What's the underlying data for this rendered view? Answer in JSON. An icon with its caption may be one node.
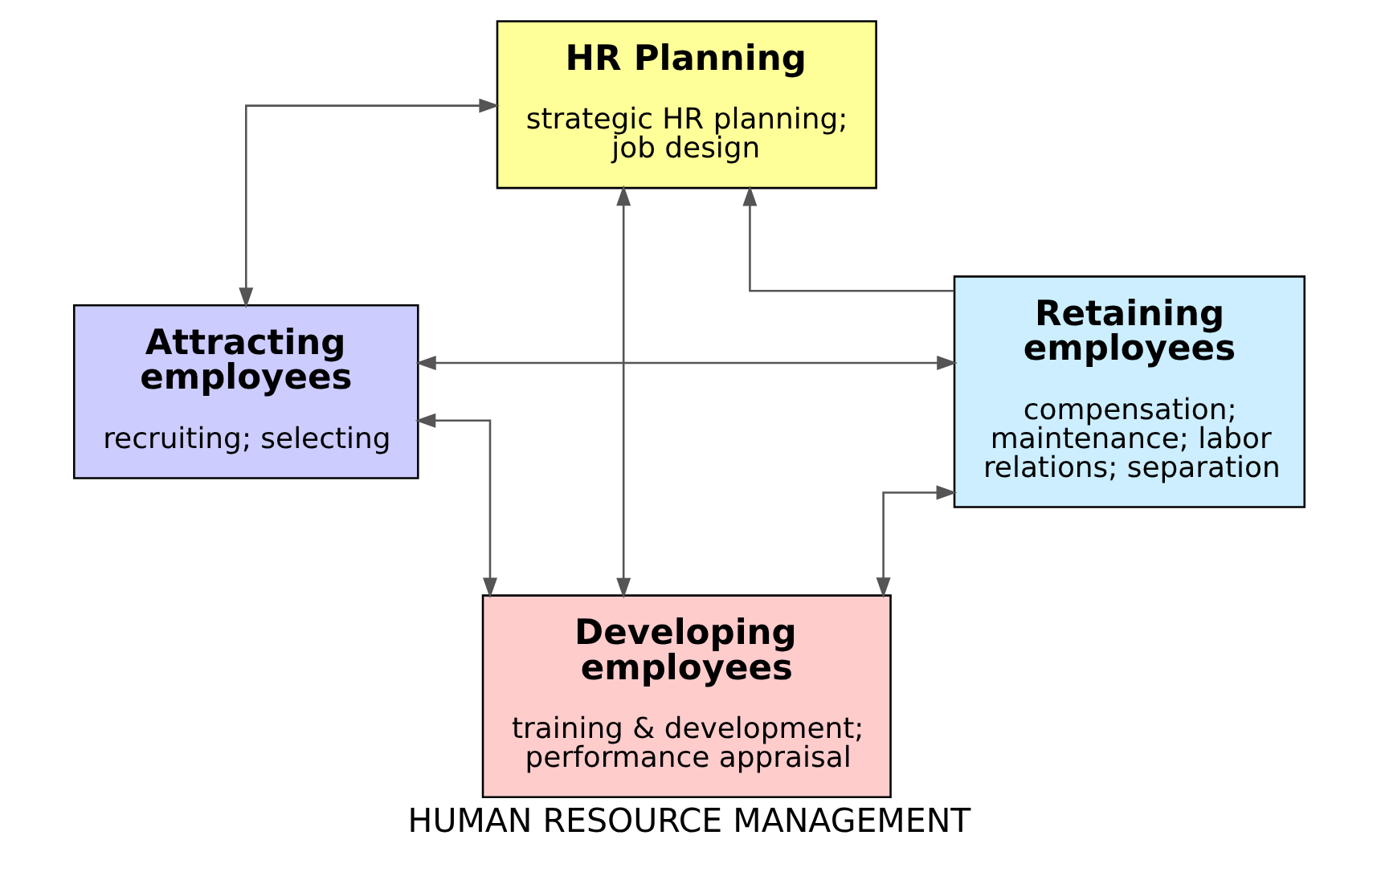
{
  "diagram": {
    "caption": "HUMAN RESOURCE MANAGEMENT",
    "nodes": [
      {
        "text": [
          "HR Planning",
          "strategic HR planning; job design"
        ]
      },
      {
        "text": [
          "Retaining employees",
          "compensation; maintenance; labor relations; separation"
        ]
      },
      {
        "text": [
          "Attracting employees",
          "recruiting; selecting"
        ]
      },
      {
        "text": [
          "Developing employees",
          "training & development; performance appraisal"
        ]
      }
    ],
    "edges": [
      {
        "from": 1,
        "to": 0,
        "arrow": "to"
      },
      {
        "from": 0,
        "to": 2,
        "arrow": "both"
      },
      {
        "from": 0,
        "to": 3,
        "arrow": "both"
      },
      {
        "from": 1,
        "to": 2,
        "arrow": "both"
      },
      {
        "from": 1,
        "to": 3,
        "arrow": "both"
      },
      {
        "from": 2,
        "to": 3,
        "arrow": "both"
      }
    ]
  }
}
